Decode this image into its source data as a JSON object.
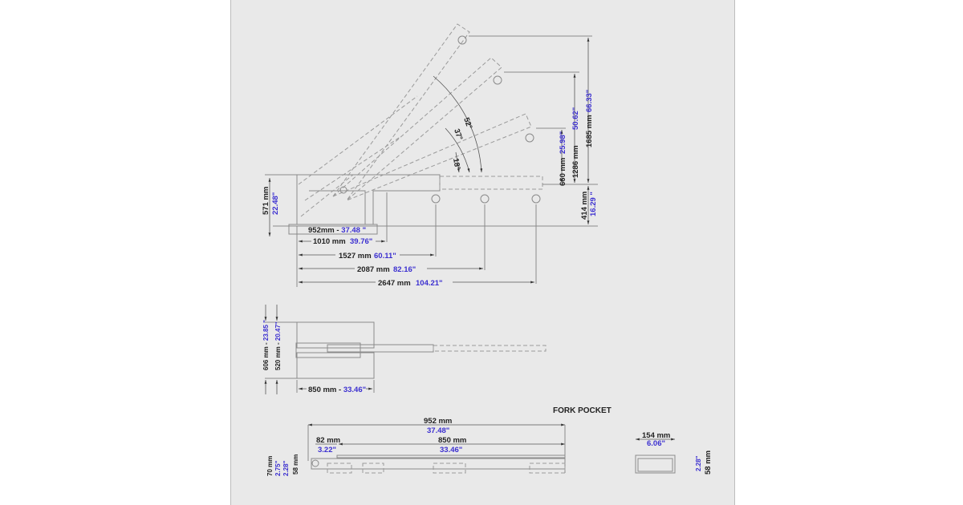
{
  "side_view": {
    "height_571_mm": "571 mm",
    "height_571_in": "22.48\"",
    "base_952": "952mm - ",
    "base_952_in": "37.48 \"",
    "reach_1010_mm": "1010 mm",
    "reach_1010_in": "39.76\"",
    "reach_1527_mm": "1527 mm",
    "reach_1527_in": "60.11\"",
    "reach_2087_mm": "2087 mm",
    "reach_2087_in": "82.16\"",
    "reach_2647_mm": "2647 mm",
    "reach_2647_in": "104.21\"",
    "angle_18": "18°",
    "angle_37": "37°",
    "angle_52": "52°",
    "rise_660_mm": "660 mm",
    "rise_660_in": "25.98\"",
    "rise_1286_mm": "1286 mm",
    "rise_1286_in": "50.62\"",
    "rise_1685_mm": "1685 mm",
    "rise_1685_in": "66.33\"",
    "hook_414_mm": "414 mm",
    "hook_414_in": "16.29 \""
  },
  "top_view": {
    "width_606": "606 mm - ",
    "width_606_in": "23.85 \"",
    "width_520": "520 mm - ",
    "width_520_in": "20.47\"",
    "length_850": "850 mm - ",
    "length_850_in": "33.46\""
  },
  "fork_pocket": {
    "title": "FORK POCKET",
    "len_952_mm": "952 mm",
    "len_952_in": "37.48\"",
    "len_82_mm": "82 mm",
    "len_82_in": "3.22\"",
    "len_850_mm": "850 mm",
    "len_850_in": "33.46\"",
    "h_70_mm": "70 mm",
    "h_70_in": "2.75\"",
    "h_58_in": "2.28\"",
    "h_58_mm": "58 mm",
    "w_154_mm": "154 mm",
    "w_154_in": "6.06\"",
    "end_58_in": "2.28\"",
    "end_58_mm": "58 mm"
  }
}
